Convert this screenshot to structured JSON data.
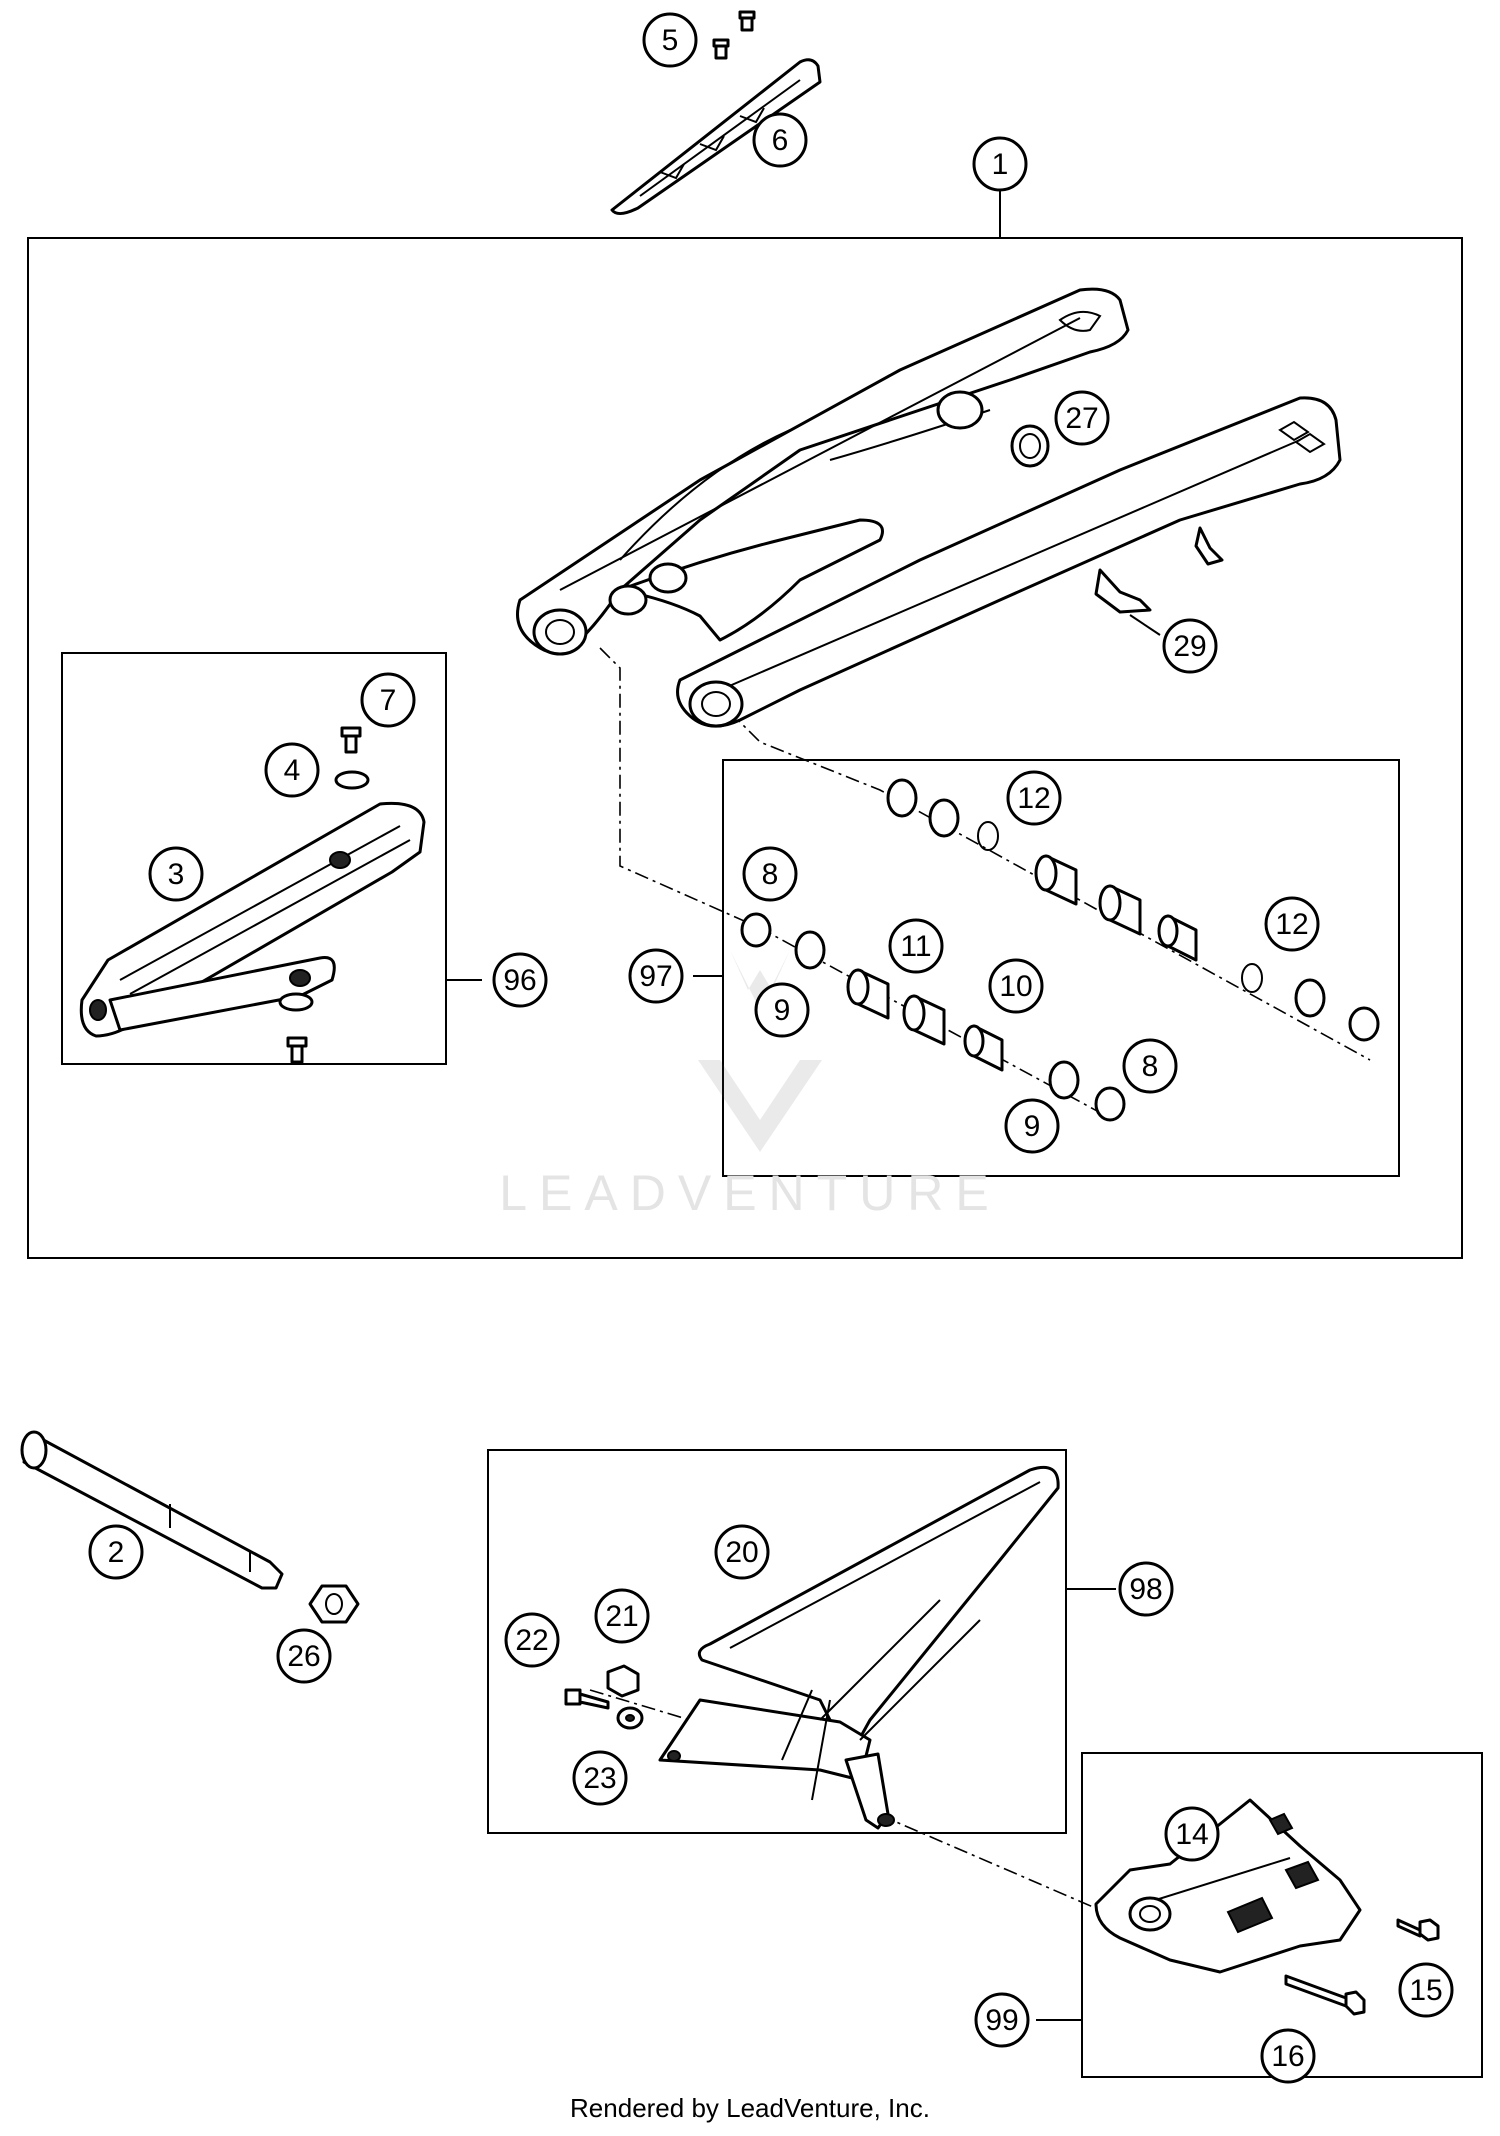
{
  "labels": {
    "p1": "1",
    "p2": "2",
    "p3": "3",
    "p4": "4",
    "p5": "5",
    "p6": "6",
    "p7": "7",
    "p8a": "8",
    "p8b": "8",
    "p9a": "9",
    "p9b": "9",
    "p10": "10",
    "p11": "11",
    "p12a": "12",
    "p12b": "12",
    "p14": "14",
    "p15": "15",
    "p16": "16",
    "p20": "20",
    "p21": "21",
    "p22": "22",
    "p23": "23",
    "p26": "26",
    "p27": "27",
    "p29": "29",
    "p96": "96",
    "p97": "97",
    "p98": "98",
    "p99": "99"
  },
  "watermark": "LEADVENTURE",
  "footer": "Rendered by LeadVenture, Inc."
}
